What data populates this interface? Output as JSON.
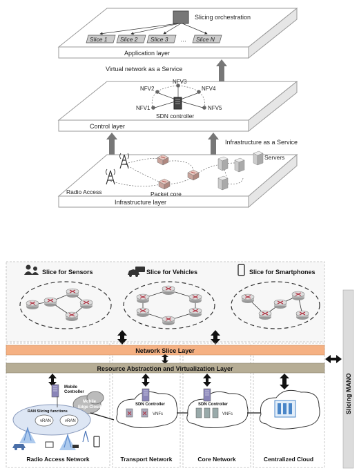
{
  "top": {
    "orchestration": "Slicing orchestration",
    "slices": [
      "Slice 1",
      "Slice 2",
      "Slice 3",
      "…",
      "Slice N"
    ],
    "application_layer": "Application layer",
    "vnaas": "Virtual network as a Service",
    "nfv_labels": [
      "NFV1",
      "NFV2",
      "NFV3",
      "NFV4",
      "NFV5"
    ],
    "sdn_controller": "SDN controller",
    "control_layer": "Control layer",
    "iaas": "Infrastructure as a Service",
    "servers": "Servers",
    "radio_access": "Radio Access",
    "packet_core": "Packet core",
    "infrastructure_layer": "Infrastructure layer"
  },
  "bottom": {
    "slice_sensors": "Slice for Sensors",
    "slice_vehicles": "Slice for Vehicles",
    "slice_smartphones": "Slice for Smartphones",
    "network_slice_layer": "Network Slice Layer",
    "resource_layer": "Resource Abstraction and Virtualization Layer",
    "slicing_mano": "Slicing MANO",
    "mobile_controller": [
      "Mobile",
      "Controller"
    ],
    "mobile_edge_cloud": [
      "Mobile",
      "Edge Cloud"
    ],
    "ran_slicing": "RAN Slicing functions",
    "vran": [
      "vRAN",
      "vRAN"
    ],
    "sdn_controller_t": "SDN Controller",
    "vnfs_t": "VNFs",
    "sdn_controller_c": "SDN Controller",
    "vnfs_c": "VNFs",
    "domains": [
      "Radio Access Network",
      "Transport Network",
      "Core Network",
      "Centralized Cloud"
    ]
  },
  "colors": {
    "network_slice_layer": "#f5b183",
    "resource_layer": "#b6ad95",
    "mano_bar": "#dcdcdc",
    "router": "#c77a86",
    "server": "#8a85b8"
  }
}
